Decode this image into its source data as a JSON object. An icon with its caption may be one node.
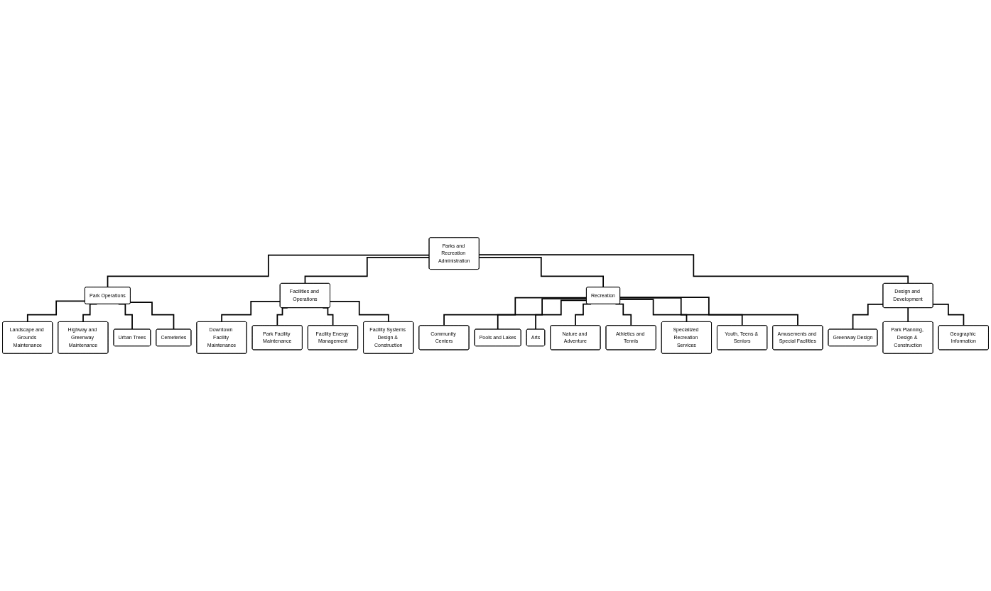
{
  "diagram": {
    "nodes": [
      {
        "text": [
          "Parks and Recreation Administration"
        ]
      },
      {
        "text": [
          "Park Operations"
        ]
      },
      {
        "text": [
          "Facilities and Operations"
        ]
      },
      {
        "text": [
          "Recreation"
        ]
      },
      {
        "text": [
          "Design and Development"
        ]
      },
      {
        "text": [
          "Landscape and Grounds Maintenance"
        ]
      },
      {
        "text": [
          "Highway and Greenway Maintenance"
        ]
      },
      {
        "text": [
          "Urban Trees"
        ]
      },
      {
        "text": [
          "Cemeteries"
        ]
      },
      {
        "text": [
          "Downtown Facility Maintenance"
        ]
      },
      {
        "text": [
          "Park Facility Maintenance"
        ]
      },
      {
        "text": [
          "Facility Energy Management"
        ]
      },
      {
        "text": [
          "Facility Systems Design & Construction"
        ]
      },
      {
        "text": [
          "Community Centers"
        ]
      },
      {
        "text": [
          "Pools and Lakes"
        ]
      },
      {
        "text": [
          "Arts"
        ]
      },
      {
        "text": [
          "Nature and Adventure"
        ]
      },
      {
        "text": [
          "Athletics and Tennis"
        ]
      },
      {
        "text": [
          "Specialized Recreation Services"
        ]
      },
      {
        "text": [
          "Youth, Teens & Seniors"
        ]
      },
      {
        "text": [
          "Amusements and Special Facilities"
        ]
      },
      {
        "text": [
          "Greenway Design"
        ]
      },
      {
        "text": [
          "Park Planning, Design & Construction"
        ]
      },
      {
        "text": [
          "Geographic Information"
        ]
      }
    ],
    "edges": [
      {
        "from": 0,
        "to": 1,
        "arrow": "none"
      },
      {
        "from": 0,
        "to": 2,
        "arrow": "none"
      },
      {
        "from": 0,
        "to": 3,
        "arrow": "none"
      },
      {
        "from": 0,
        "to": 4,
        "arrow": "none"
      },
      {
        "from": 1,
        "to": 5,
        "arrow": "none"
      },
      {
        "from": 1,
        "to": 6,
        "arrow": "none"
      },
      {
        "from": 1,
        "to": 7,
        "arrow": "none"
      },
      {
        "from": 1,
        "to": 8,
        "arrow": "none"
      },
      {
        "from": 2,
        "to": 9,
        "arrow": "none"
      },
      {
        "from": 2,
        "to": 10,
        "arrow": "none"
      },
      {
        "from": 2,
        "to": 11,
        "arrow": "none"
      },
      {
        "from": 2,
        "to": 12,
        "arrow": "none"
      },
      {
        "from": 3,
        "to": 13,
        "arrow": "none"
      },
      {
        "from": 3,
        "to": 14,
        "arrow": "none"
      },
      {
        "from": 3,
        "to": 15,
        "arrow": "none"
      },
      {
        "from": 3,
        "to": 16,
        "arrow": "none"
      },
      {
        "from": 3,
        "to": 17,
        "arrow": "none"
      },
      {
        "from": 3,
        "to": 18,
        "arrow": "none"
      },
      {
        "from": 3,
        "to": 19,
        "arrow": "none"
      },
      {
        "from": 3,
        "to": 20,
        "arrow": "none"
      },
      {
        "from": 4,
        "to": 21,
        "arrow": "none"
      },
      {
        "from": 4,
        "to": 22,
        "arrow": "none"
      },
      {
        "from": 4,
        "to": 23,
        "arrow": "none"
      }
    ]
  }
}
